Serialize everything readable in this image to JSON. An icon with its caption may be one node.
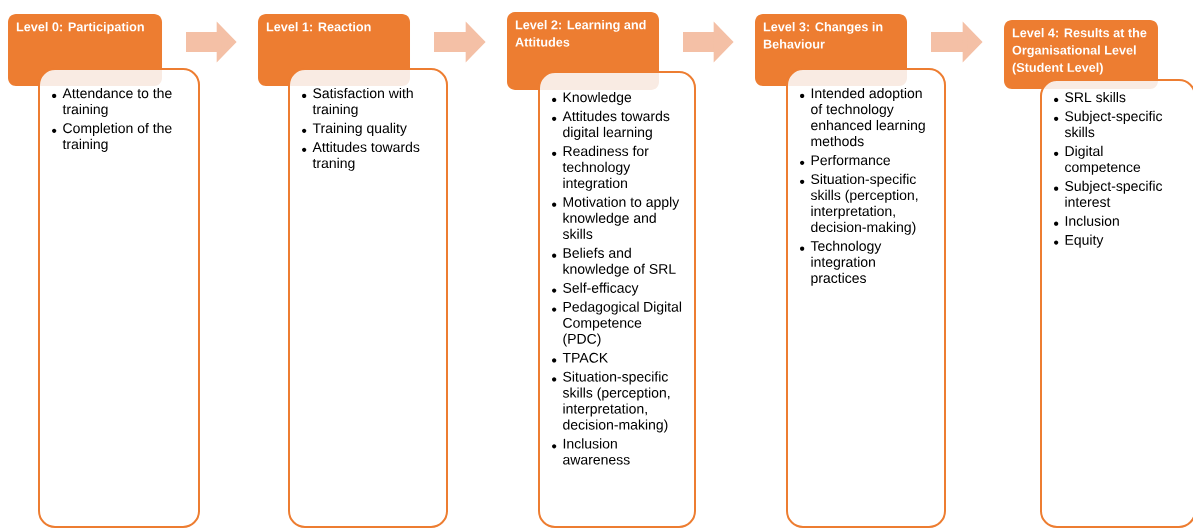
{
  "diagram": {
    "nodes": [
      {
        "text": [
          "Level 0: Participation"
        ]
      },
      {
        "text": [
          "Attendance to the training",
          "Completion of the training"
        ]
      },
      {
        "text": [
          "Level 1: Reaction"
        ]
      },
      {
        "text": [
          "Satisfaction with training",
          "Training quality",
          "Attitudes towards traning"
        ]
      },
      {
        "text": [
          "Level 2: Learning and Attitudes"
        ]
      },
      {
        "text": [
          "Knowledge",
          "Attitudes towards digital learning",
          "Readiness for technology integration",
          "Motivation to apply knowledge and skills",
          "Beliefs and knowledge of SRL",
          "Self-efficacy",
          "Pedagogical Digital Competence (PDC)",
          "TPACK",
          "Situation-specific skills (perception, interpretation, decision-making)",
          "Inclusion awareness"
        ]
      },
      {
        "text": [
          "Level 3: Changes in Behaviour"
        ]
      },
      {
        "text": [
          "Intended adoption of technology enhanced learning methods",
          "Performance",
          "Situation-specific skills (perception, interpretation, decision-making)",
          "Technology integration practices"
        ]
      },
      {
        "text": [
          "Level 4: Results at the Organisational Level (Student Level)"
        ]
      },
      {
        "text": [
          "SRL skills",
          "Subject-specific skills",
          "Digital competence",
          "Subject-specific interest",
          "Inclusion",
          "Equity"
        ]
      }
    ],
    "edges": [
      {
        "from": 0,
        "to": 2,
        "arrow": "to"
      },
      {
        "from": 2,
        "to": 4,
        "arrow": "to"
      },
      {
        "from": 4,
        "to": 6,
        "arrow": "to"
      },
      {
        "from": 6,
        "to": 8,
        "arrow": "to"
      }
    ]
  }
}
